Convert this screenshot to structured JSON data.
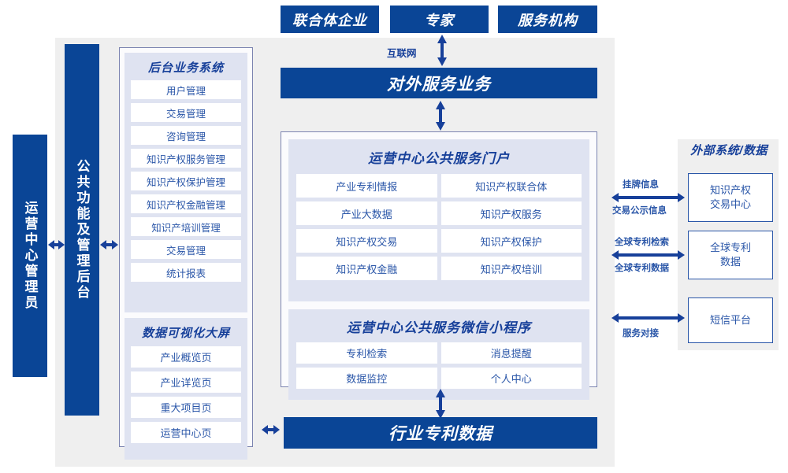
{
  "diagram": {
    "title_internal": "运营中心平台架构图",
    "colors": {
      "brand_blue": "#0a4596",
      "text_blue": "#2a56a8",
      "panel_lavender": "#dfe3f1",
      "stage_grey": "#efefef",
      "border_blue_grey": "#7b83b0"
    },
    "top_actors": [
      {
        "label": "联合体企业"
      },
      {
        "label": "专家"
      },
      {
        "label": "服务机构"
      }
    ],
    "internet_label": "互联网",
    "external_service_bar": "对外服务业务",
    "left_roles": [
      {
        "label": "运营中心管理员"
      },
      {
        "label": "公共功能及管理后台"
      }
    ],
    "backend_panel": {
      "title": "后台业务系统",
      "items": [
        "用户管理",
        "交易管理",
        "咨询管理",
        "知识产权服务管理",
        "知识产权保护管理",
        "知识产权金融管理",
        "知识产培训管理",
        "交易管理",
        "统计报表"
      ]
    },
    "visual_panel": {
      "title": "数据可视化大屏",
      "items": [
        "产业概览页",
        "产业详览页",
        "重大项目页",
        "运营中心页"
      ]
    },
    "portal_panel": {
      "title": "运营中心公共服务门户",
      "items": [
        "产业专利情报",
        "知识产权联合体",
        "产业大数据",
        "知识产权服务",
        "知识产权交易",
        "知识产权保护",
        "知识产权金融",
        "知识产权培训"
      ]
    },
    "miniprogram_panel": {
      "title": "运营中心公共服务微信小程序",
      "items": [
        "专利检索",
        "消息提醒",
        "数据监控",
        "个人中心"
      ]
    },
    "bottom_bar": "行业专利数据",
    "external_column": {
      "title": "外部系统/数据",
      "boxes": [
        {
          "label": "知识产权\n交易中心",
          "line1": "知识产权",
          "line2": "交易中心"
        },
        {
          "label": "全球专利\n数据",
          "line1": "全球专利",
          "line2": "数据"
        },
        {
          "label": "短信平台",
          "line1": "短信平台",
          "line2": ""
        }
      ],
      "connector_labels": [
        {
          "above": "挂牌信息",
          "below": "交易公示信息"
        },
        {
          "above": "全球专利检索",
          "below": "全球专利数据"
        },
        {
          "above": "",
          "below": "服务对接"
        }
      ]
    }
  }
}
